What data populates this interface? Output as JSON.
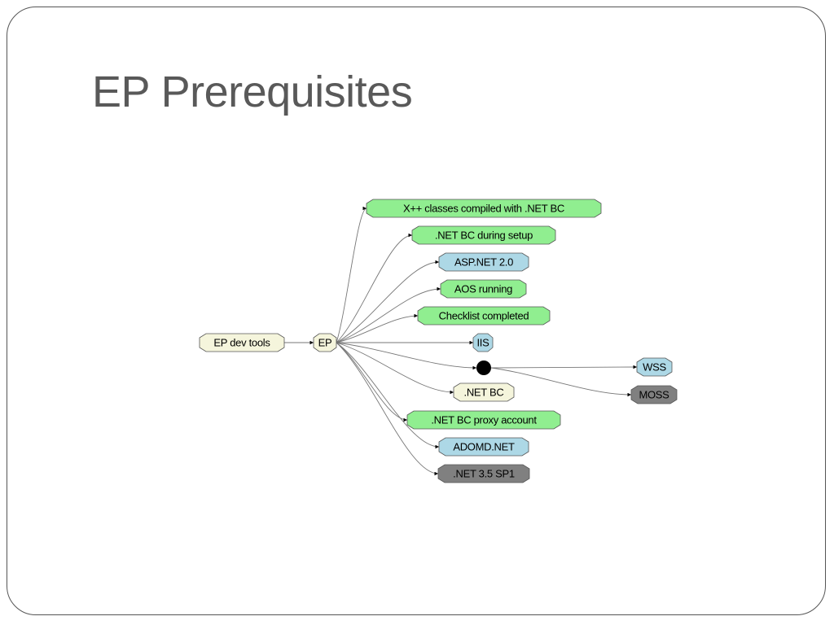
{
  "slide": {
    "title": "EP Prerequisites"
  },
  "diagram": {
    "colors": {
      "green": "#90ee90",
      "blue": "#add8e6",
      "cream": "#f5f5dc",
      "gray": "#808080",
      "junction": "#000000"
    },
    "nodes": {
      "ep_dev_tools": "EP dev tools",
      "ep": "EP",
      "xpp_classes": "X++ classes compiled with .NET BC",
      "net_bc_setup": ".NET BC during setup",
      "aspnet": "ASP.NET 2.0",
      "aos_running": "AOS running",
      "checklist": "Checklist completed",
      "iis": "IIS",
      "wss": "WSS",
      "moss": "MOSS",
      "net_bc": ".NET BC",
      "net_bc_proxy": ".NET BC proxy account",
      "adomd": "ADOMD.NET",
      "net35": ".NET 3.5 SP1"
    },
    "edges": [
      [
        "ep_dev_tools",
        "ep"
      ],
      [
        "ep",
        "xpp_classes"
      ],
      [
        "ep",
        "net_bc_setup"
      ],
      [
        "ep",
        "aspnet"
      ],
      [
        "ep",
        "aos_running"
      ],
      [
        "ep",
        "checklist"
      ],
      [
        "ep",
        "iis"
      ],
      [
        "ep",
        "junction"
      ],
      [
        "junction",
        "wss"
      ],
      [
        "junction",
        "moss"
      ],
      [
        "ep",
        "net_bc"
      ],
      [
        "ep",
        "net_bc_proxy"
      ],
      [
        "ep",
        "adomd"
      ],
      [
        "ep",
        "net35"
      ]
    ]
  }
}
